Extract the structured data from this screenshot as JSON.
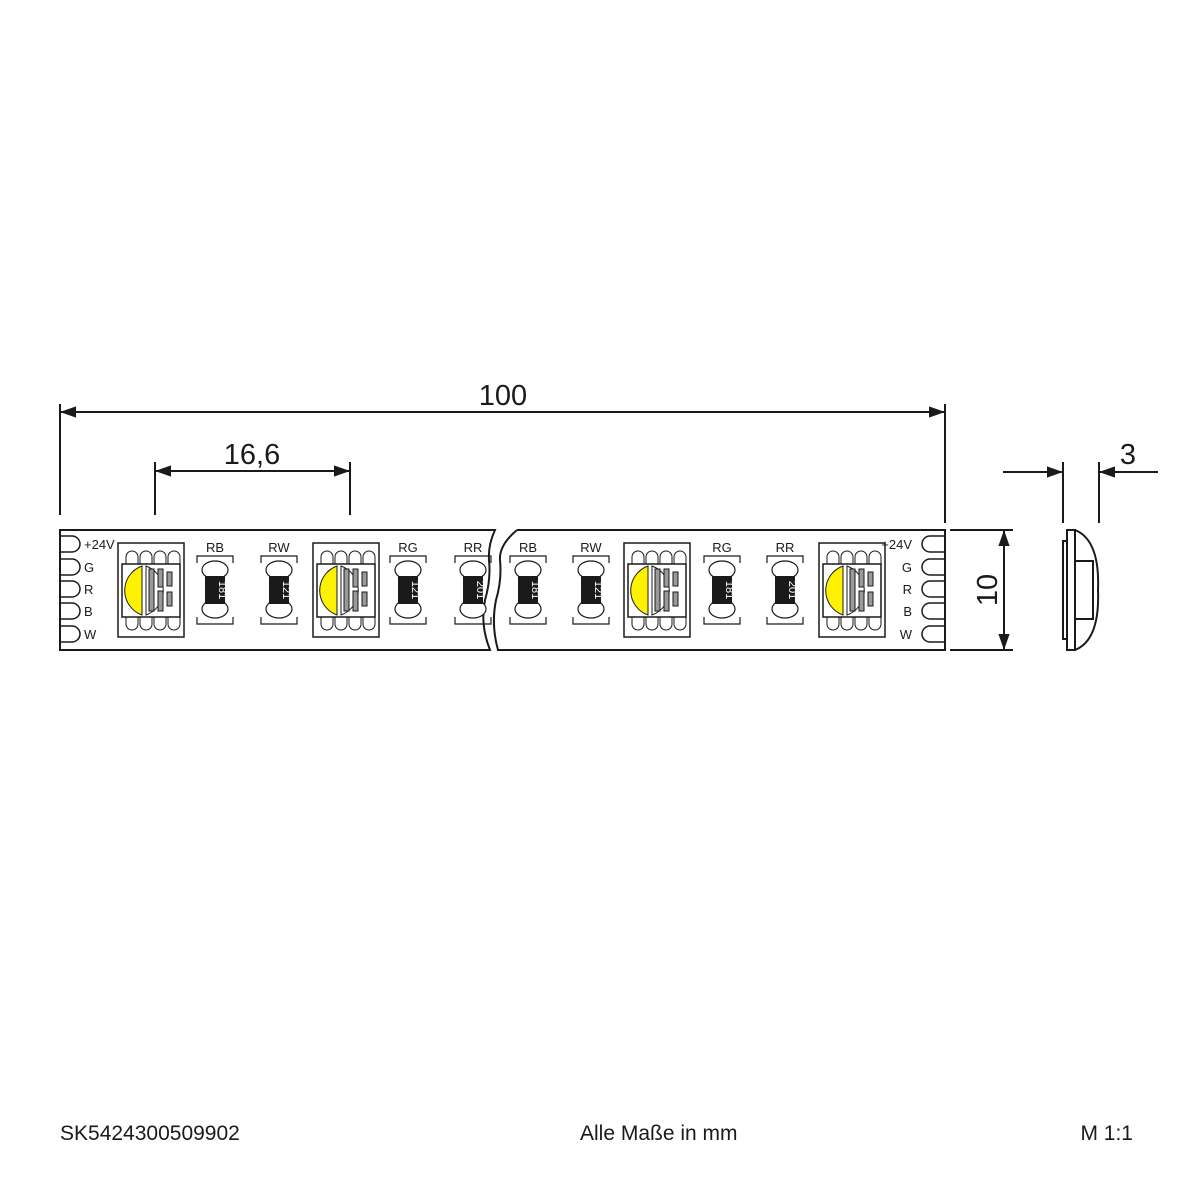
{
  "dimensions": {
    "length": "100",
    "pitch": "16,6",
    "width": "10",
    "height": "3"
  },
  "pads": {
    "left": [
      "+24V",
      "G",
      "R",
      "B",
      "W"
    ],
    "right": [
      "+24V",
      "G",
      "R",
      "B",
      "W"
    ]
  },
  "resistors": [
    {
      "label": "RB",
      "code": "181"
    },
    {
      "label": "RW",
      "code": "121"
    },
    {
      "label": "RG",
      "code": "121"
    },
    {
      "label": "RR",
      "code": "201"
    },
    {
      "label": "RB",
      "code": "181"
    },
    {
      "label": "RW",
      "code": "121"
    },
    {
      "label": "RG",
      "code": "181"
    },
    {
      "label": "RR",
      "code": "201"
    }
  ],
  "colors": {
    "line": "#1a1a1a",
    "led_yellow": "#fff200",
    "led_gray": "#9a9a9a",
    "resistor": "#1a1a1a"
  },
  "footer": {
    "article_number": "SK5424300509902",
    "units_note": "Alle Maße in mm",
    "scale": "M 1:1"
  }
}
